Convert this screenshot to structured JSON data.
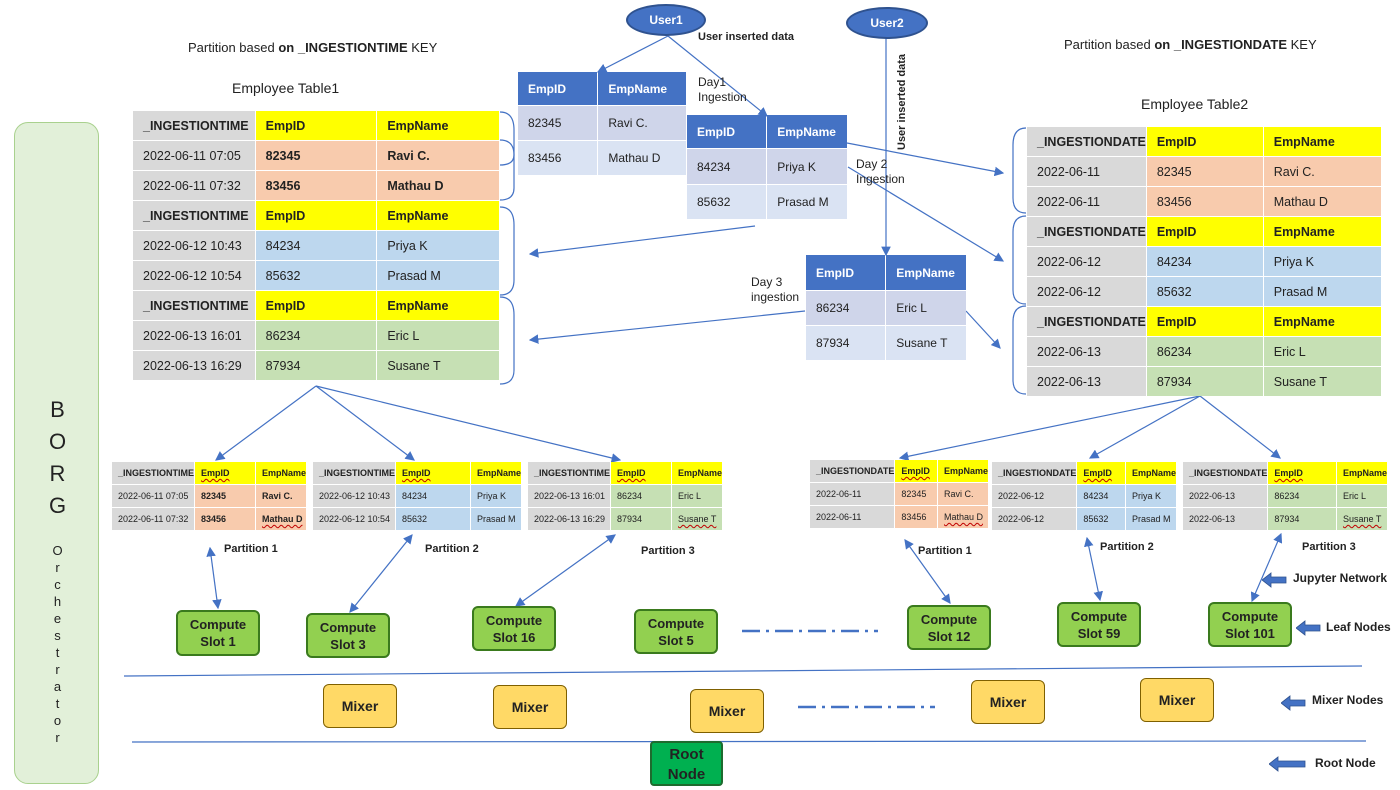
{
  "headings": {
    "left_pre": "Partition based ",
    "left_key": "on _INGESTIONTIME",
    "left_post": " KEY",
    "right_pre": "Partition based ",
    "right_key": "on _INGESTIONDATE",
    "right_post": " KEY",
    "table1": "Employee Table1",
    "table2": "Employee Table2"
  },
  "users": {
    "user1": "User1",
    "user2": "User2",
    "user1_note": "User inserted data",
    "user2_note": "User inserted data",
    "day1": "Day1\nIngestion",
    "day2": "Day 2\nIngestion",
    "day3": "Day 3\ningestion"
  },
  "cols": {
    "time": "_INGESTIONTIME",
    "date": "_INGESTIONDATE",
    "id": "EmpID",
    "name": "EmpName"
  },
  "table1": {
    "groups": [
      {
        "rows": [
          [
            "2022-06-11  07:05",
            "82345",
            "Ravi C."
          ],
          [
            "2022-06-11  07:32",
            "83456",
            "Mathau D"
          ]
        ]
      },
      {
        "rows": [
          [
            "2022-06-12  10:43",
            "84234",
            "Priya K"
          ],
          [
            "2022-06-12  10:54",
            "85632",
            "Prasad M"
          ]
        ]
      },
      {
        "rows": [
          [
            "2022-06-13  16:01",
            "86234",
            "Eric L"
          ],
          [
            "2022-06-13  16:29",
            "87934",
            "Susane T"
          ]
        ]
      }
    ]
  },
  "table2": {
    "groups": [
      {
        "rows": [
          [
            "2022-06-11",
            "82345",
            "Ravi C."
          ],
          [
            "2022-06-11",
            "83456",
            "Mathau D"
          ]
        ]
      },
      {
        "rows": [
          [
            "2022-06-12",
            "84234",
            "Priya K"
          ],
          [
            "2022-06-12",
            "85632",
            "Prasad M"
          ]
        ]
      },
      {
        "rows": [
          [
            "2022-06-13",
            "86234",
            "Eric L"
          ],
          [
            "2022-06-13",
            "87934",
            "Susane T"
          ]
        ]
      }
    ]
  },
  "ingest": {
    "day1": [
      [
        "82345",
        "Ravi C."
      ],
      [
        "83456",
        "Mathau D"
      ]
    ],
    "day2": [
      [
        "84234",
        "Priya K"
      ],
      [
        "85632",
        "Prasad M"
      ]
    ],
    "day3": [
      [
        "86234",
        "Eric L"
      ],
      [
        "87934",
        "Susane T"
      ]
    ]
  },
  "partitions_left": [
    {
      "label": "Partition 1",
      "rows": [
        [
          "2022-06-11  07:05",
          "82345",
          "Ravi C."
        ],
        [
          "2022-06-11  07:32",
          "83456",
          "Mathau D"
        ]
      ]
    },
    {
      "label": "Partition 2",
      "rows": [
        [
          "2022-06-12  10:43",
          "84234",
          "Priya K"
        ],
        [
          "2022-06-12  10:54",
          "85632",
          "Prasad M"
        ]
      ]
    },
    {
      "label": "Partition 3",
      "rows": [
        [
          "2022-06-13  16:01",
          "86234",
          "Eric L"
        ],
        [
          "2022-06-13  16:29",
          "87934",
          "Susane T"
        ]
      ]
    }
  ],
  "partitions_right": [
    {
      "label": "Partition 1",
      "rows": [
        [
          "2022-06-11",
          "82345",
          "Ravi C."
        ],
        [
          "2022-06-11",
          "83456",
          "Mathau D"
        ]
      ]
    },
    {
      "label": "Partition 2",
      "rows": [
        [
          "2022-06-12",
          "84234",
          "Priya K"
        ],
        [
          "2022-06-12",
          "85632",
          "Prasad M"
        ]
      ]
    },
    {
      "label": "Partition 3",
      "rows": [
        [
          "2022-06-13",
          "86234",
          "Eric L"
        ],
        [
          "2022-06-13",
          "87934",
          "Susane T"
        ]
      ]
    }
  ],
  "compute": {
    "c1": "Compute\nSlot 1",
    "c3": "Compute\nSlot 3",
    "c16": "Compute\nSlot 16",
    "c5": "Compute\nSlot 5",
    "c12": "Compute\nSlot 12",
    "c59": "Compute\nSlot 59",
    "c101": "Compute\nSlot 101"
  },
  "mixer": "Mixer",
  "root": "Root\nNode",
  "right_labels": {
    "jupyter": "Jupyter Network",
    "leaf": "Leaf Nodes",
    "mixer": "Mixer Nodes",
    "root": "Root Node"
  },
  "borg": {
    "big": [
      "B",
      "O",
      "R",
      "G"
    ],
    "small": [
      "O",
      "r",
      "c",
      "h",
      "e",
      "s",
      "t",
      "r",
      "a",
      "t",
      "o",
      "r"
    ]
  }
}
